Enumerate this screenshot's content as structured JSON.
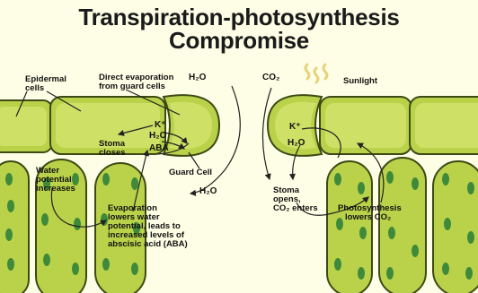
{
  "title": {
    "line1": "Transpiration-photosynthesis",
    "line2": "Compromise"
  },
  "labels": {
    "epidermal": "Epidermal",
    "cells": "cells",
    "direct1": "Direct evaporation",
    "direct2": "from guard cells",
    "h2o_top": "H₂O",
    "co2_top": "CO₂",
    "sunlight": "Sunlight",
    "k_left": "K⁺",
    "h2o_left": "H₂O",
    "aba": "ABA",
    "stoma_closes1": "Stoma",
    "stoma_closes2": "closes",
    "guard_cell": "Guard Cell",
    "h2o_mid": "H₂O",
    "water1": "Water",
    "water2": "potential",
    "water3": "increases",
    "evap1": "Evaporation",
    "evap2": "lowers water",
    "evap3": "potential, leads to",
    "evap4": "increased levels of",
    "evap5": "abscisic acid (ABA)",
    "k_right": "K⁺",
    "h2o_right": "H₂O",
    "opens1": "Stoma",
    "opens2": "opens,",
    "opens3": "CO₂ enters",
    "photo1": "Photosynthesis",
    "photo2": "lowers CO₂"
  },
  "colors": {
    "cell_fill": "#b9d24a",
    "cell_inner": "#cfe066",
    "cell_stroke": "#3d4a14",
    "chloroplast": "#3f8a3a",
    "background": "#fefee6",
    "sun": "#e8d27a"
  }
}
